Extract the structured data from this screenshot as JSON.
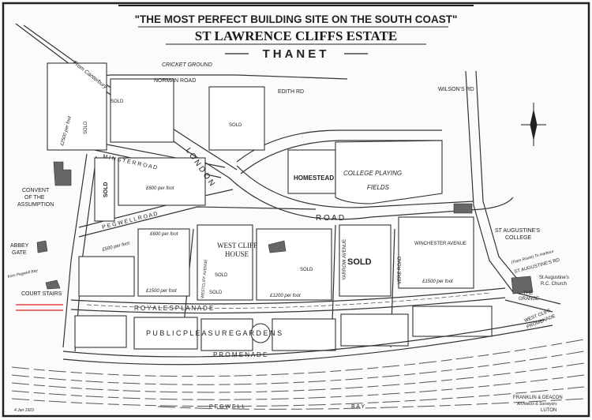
{
  "title": {
    "slogan": "\"THE MOST PERFECT BUILDING SITE ON THE SOUTH COAST\"",
    "estate": "ST LAWRENCE CLIFFS ESTATE",
    "place": "THANET"
  },
  "labels": {
    "from_canterbury": "From Canterbury",
    "cricket_ground": "CRICKET GROUND",
    "norman_road": "NORMAN ROAD",
    "edith_rd": "EDITH RD",
    "wilsons_rd": "WILSON'S RD",
    "homestead": "HOMESTEAD",
    "college_fields": "COLLEGE PLAYING",
    "fields": "FIELDS",
    "london": "L O N D O N",
    "road": "R O A D",
    "minster_road": "M I N S T E R  R O A D",
    "pegwell_road": "P E G W E L L  R O A D",
    "convent_1": "CONVENT",
    "convent_2": "OF THE",
    "convent_3": "ASSUMPTION",
    "abbey_1": "ABBEY",
    "abbey_2": "GATE",
    "from_pegwell": "from Pegwell Bay",
    "court_stairs": "COURT STAIRS",
    "west_cliff_1": "WEST CLIFF",
    "west_cliff_2": "HOUSE",
    "augustines_college_1": "ST AUGUSTINE'S",
    "augustines_college_2": "COLLEGE",
    "tram_route": "(Tram Route) To Harbour",
    "augustines_rd": "ST AUGUSTINE'S RD",
    "augustines_church_1": "St Augustine's",
    "augustines_church_2": "R.C. Church",
    "grange_1": "THE",
    "grange_2": "GRANGE",
    "west_cliff_prom_1": "WEST CLIFF",
    "west_cliff_prom_2": "PROMENADE",
    "royal_esplanade": "R O Y A L   E S P L A N A D E",
    "public_pleasure_gardens": "P U B L I C   P L E A S U R E   G A R D E N S",
    "promenade": "P R O M E N A D E",
    "pegwell": "P E G W E L L",
    "bay": "B A Y",
    "vere_road": "VERE ROAD",
    "westcliff_avenue": "WESTCLIFF AVENUE",
    "winchester_avenue": "WINCHESTER AVENUE",
    "yarrow_avenue": "YARROW AVENUE",
    "date": "4 Jan 1923",
    "architects_1": "FRANKLIN & DEACON",
    "architects_2": "Architects & Surveyors",
    "architects_3": "LUTON"
  },
  "plots": {
    "sold": "SOLD",
    "p600": "£600 per foot",
    "p500": "£500 per foot",
    "p1500": "£1500 per foot",
    "p1200": "£1200 per foot",
    "p2500": "£2500 per foot"
  },
  "colors": {
    "annotation_red": "#e02020",
    "ink": "#222222"
  }
}
